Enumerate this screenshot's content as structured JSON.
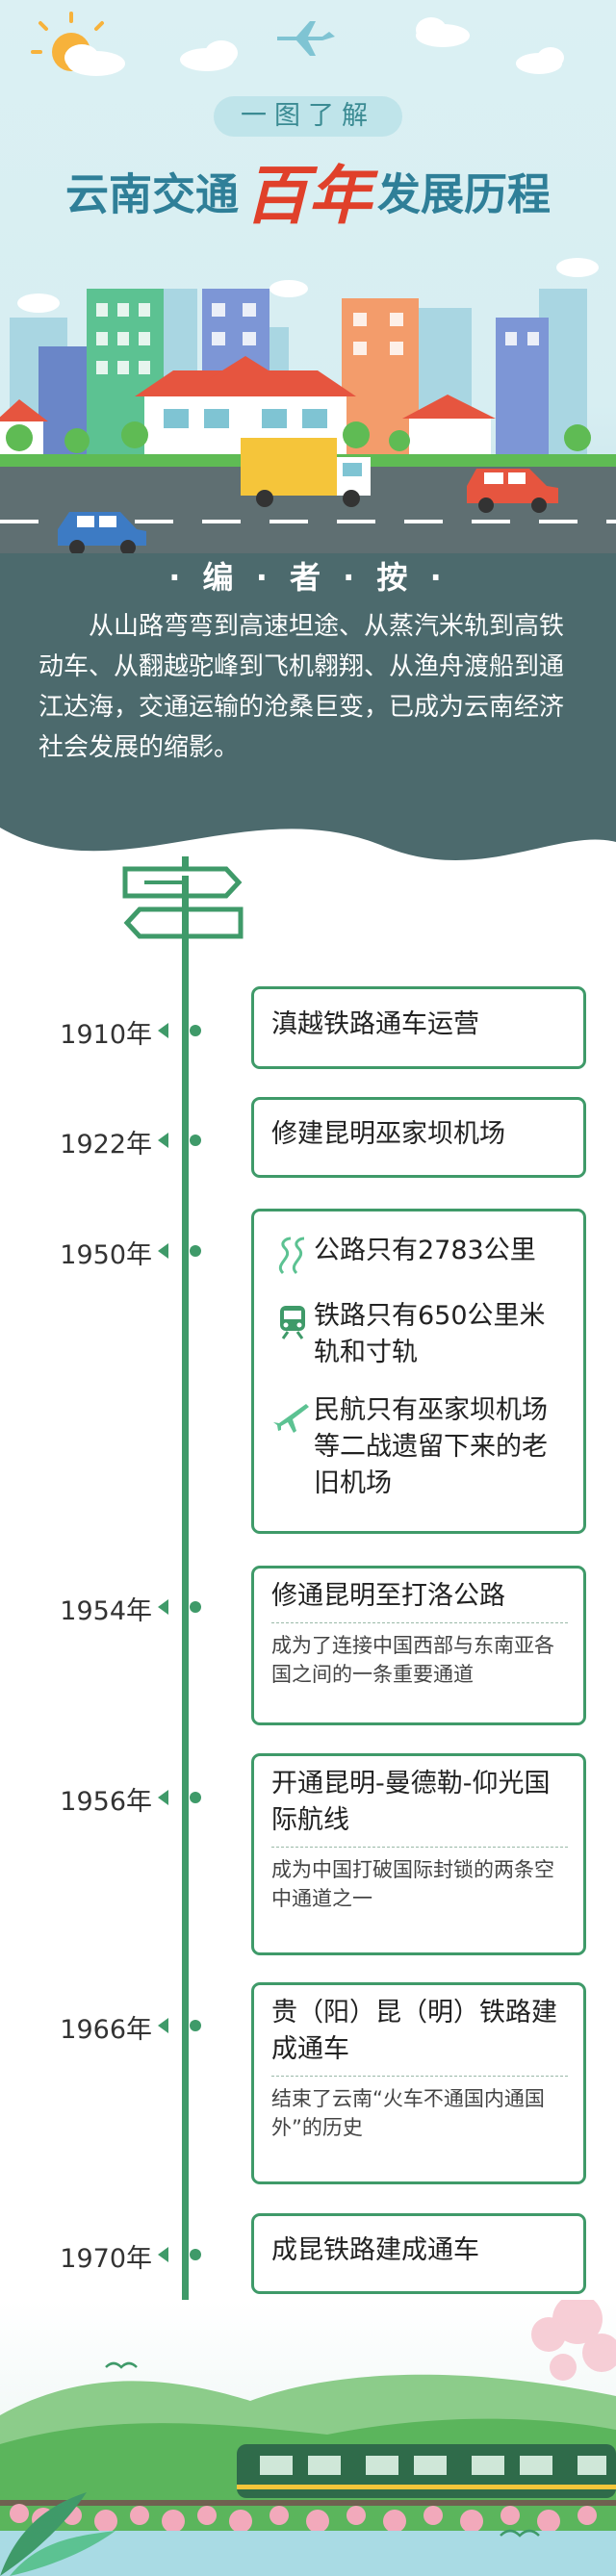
{
  "header": {
    "tag": "一图了解",
    "title_part1": "云南交通",
    "title_part2": "百年",
    "title_part3": "发展历程"
  },
  "editor_note": {
    "heading": "· 编 · 者 · 按 ·",
    "text": "从山路弯弯到高速坦途、从蒸汽米轨到高铁动车、从翻越驼峰到飞机翱翔、从渔舟渡船到通江达海，交通运输的沧桑巨变，已成为云南经济社会发展的缩影。"
  },
  "timeline": [
    {
      "year": "1910年",
      "title": "滇越铁路通车运营"
    },
    {
      "year": "1922年",
      "title": "修建昆明巫家坝机场"
    },
    {
      "year": "1950年",
      "items": [
        {
          "icon": "road-icon",
          "text": "公路只有2783公里"
        },
        {
          "icon": "train-icon",
          "text": "铁路只有650公里米轨和寸轨"
        },
        {
          "icon": "plane-icon",
          "text": "民航只有巫家坝机场等二战遗留下来的老旧机场"
        }
      ]
    },
    {
      "year": "1954年",
      "title": "修通昆明至打洛公路",
      "note": "成为了连接中国西部与东南亚各国之间的一条重要通道"
    },
    {
      "year": "1956年",
      "title": "开通昆明-曼德勒-仰光国际航线",
      "note": "成为中国打破国际封锁的两条空中通道之一"
    },
    {
      "year": "1966年",
      "title": "贵（阳）昆（明）铁路建成通车",
      "note": "结束了云南“火车不通国内通国外”的历史"
    },
    {
      "year": "1970年",
      "title": "成昆铁路建成通车"
    }
  ],
  "colors": {
    "accent_green": "#3f9a69",
    "title_blue": "#2f7f98",
    "title_red": "#e0402a",
    "band_dark": "#4c6a6d"
  }
}
